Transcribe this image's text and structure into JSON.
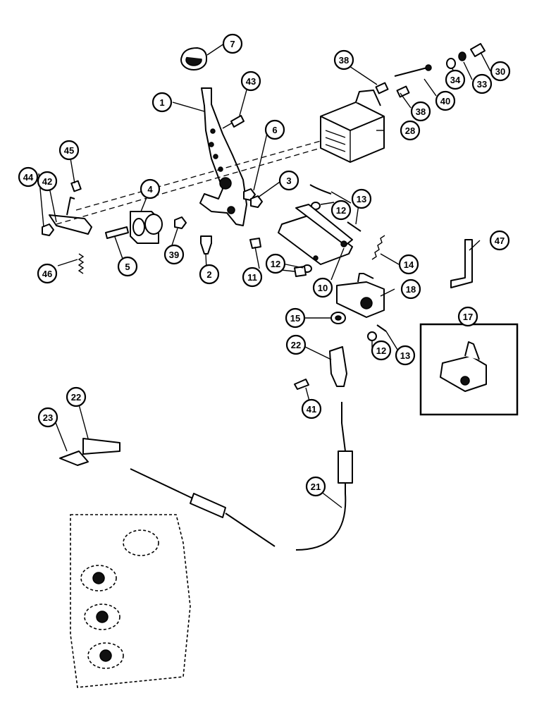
{
  "diagram": {
    "callouts": [
      {
        "id": "c1",
        "label": "1"
      },
      {
        "id": "c2",
        "label": "2"
      },
      {
        "id": "c3",
        "label": "3"
      },
      {
        "id": "c4",
        "label": "4"
      },
      {
        "id": "c5",
        "label": "5"
      },
      {
        "id": "c6",
        "label": "6"
      },
      {
        "id": "c7",
        "label": "7"
      },
      {
        "id": "c10",
        "label": "10"
      },
      {
        "id": "c11",
        "label": "11"
      },
      {
        "id": "c12a",
        "label": "12"
      },
      {
        "id": "c12b",
        "label": "12"
      },
      {
        "id": "c12c",
        "label": "12"
      },
      {
        "id": "c13a",
        "label": "13"
      },
      {
        "id": "c13b",
        "label": "13"
      },
      {
        "id": "c14",
        "label": "14"
      },
      {
        "id": "c15",
        "label": "15"
      },
      {
        "id": "c17",
        "label": "17"
      },
      {
        "id": "c18",
        "label": "18"
      },
      {
        "id": "c21",
        "label": "21"
      },
      {
        "id": "c22a",
        "label": "22"
      },
      {
        "id": "c22b",
        "label": "22"
      },
      {
        "id": "c23",
        "label": "23"
      },
      {
        "id": "c28",
        "label": "28"
      },
      {
        "id": "c30",
        "label": "30"
      },
      {
        "id": "c33",
        "label": "33"
      },
      {
        "id": "c34",
        "label": "34"
      },
      {
        "id": "c38a",
        "label": "38"
      },
      {
        "id": "c38b",
        "label": "38"
      },
      {
        "id": "c39",
        "label": "39"
      },
      {
        "id": "c40",
        "label": "40"
      },
      {
        "id": "c41",
        "label": "41"
      },
      {
        "id": "c42",
        "label": "42"
      },
      {
        "id": "c43",
        "label": "43"
      },
      {
        "id": "c44",
        "label": "44"
      },
      {
        "id": "c45",
        "label": "45"
      },
      {
        "id": "c46",
        "label": "46"
      },
      {
        "id": "c47",
        "label": "47"
      }
    ]
  }
}
